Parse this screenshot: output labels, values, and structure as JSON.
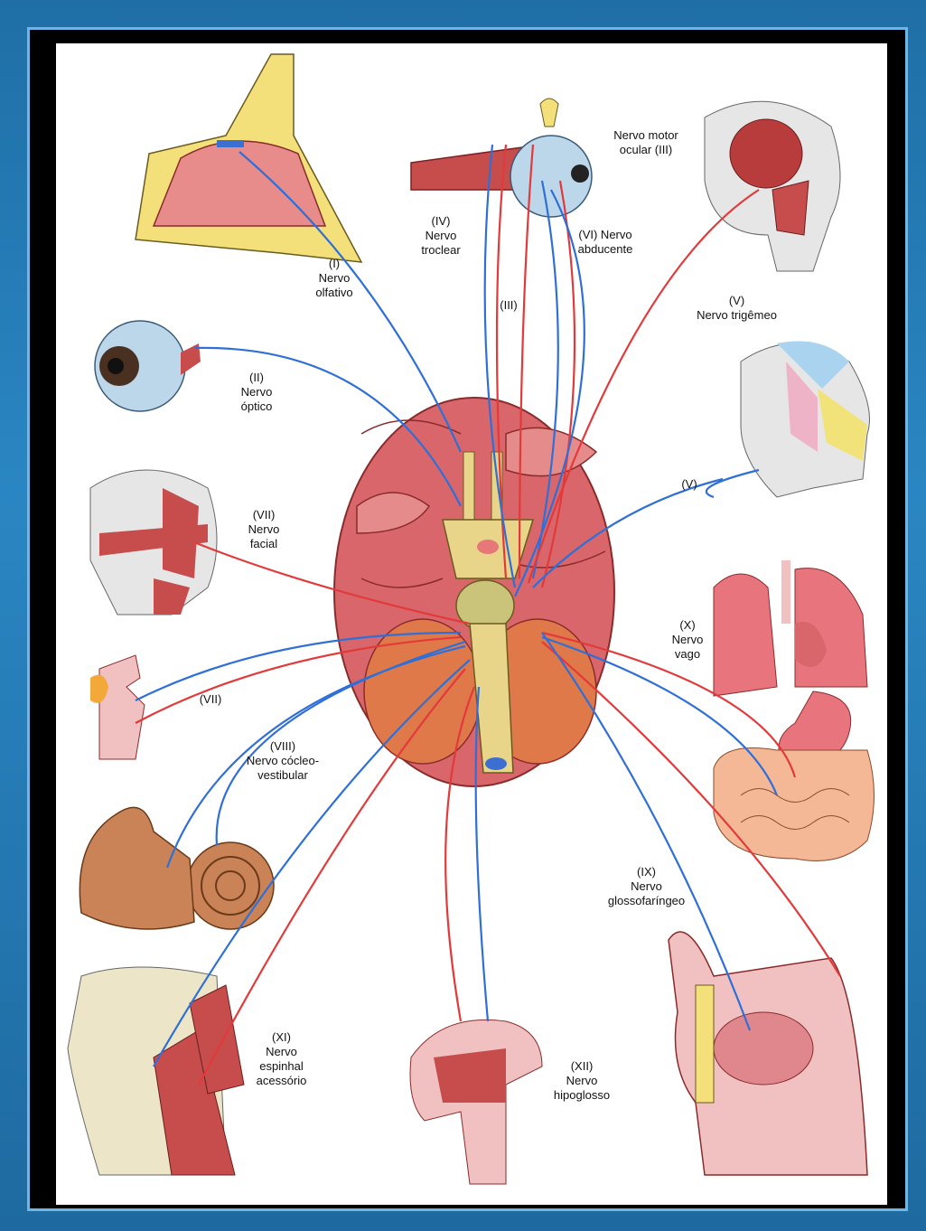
{
  "labels": {
    "olfactory": "(I)\nNervo\nolfativo",
    "optic": "(II)\nNervo\nóptico",
    "oculomotor": "Nervo motor\nocular (III)",
    "trochlear": "(IV)\nNervo\ntroclear",
    "oculomotor_short": "(III)",
    "abducens": "(VI) Nervo\nabducente",
    "trigeminal": "(V)\nNervo trigêmeo",
    "trigeminal_short": "(V)",
    "facial": "(VII)\nNervo\nfacial",
    "facial_short": "(VII)",
    "vestibulocochlear": "(VIII)\nNervo cócleo-\nvestibular",
    "vagus": "(X)\nNervo\nvago",
    "glossopharyngeal": "(IX)\nNervo\nglossofaríngeo",
    "accessory": "(XI)\nNervo\nespinhal\nacessório",
    "hypoglossal": "(XII)\nNervo\nhipoglosso"
  },
  "colors": {
    "sensory_nerve": "#2f6fd6",
    "motor_nerve": "#e23a3a",
    "brain": "#d9666a",
    "brainstem": "#e8d58a",
    "cerebellum": "#e0794a",
    "frame_blue": "#2a86c2"
  }
}
